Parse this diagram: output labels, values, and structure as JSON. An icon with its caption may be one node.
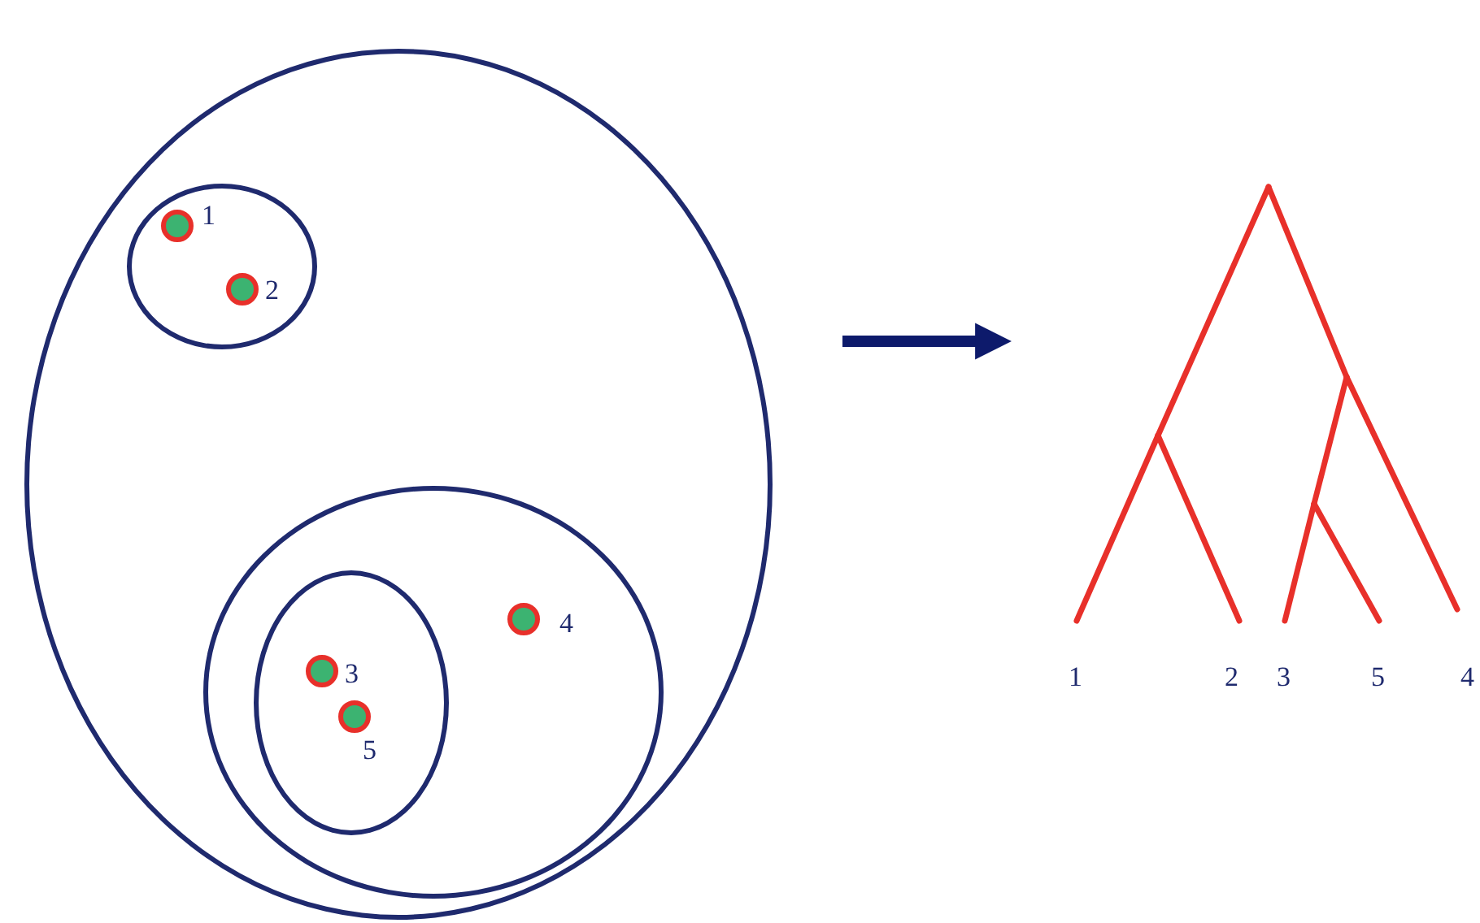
{
  "diagram": {
    "nodes": [
      {
        "text": [],
        "shape": "circle"
      },
      {
        "text": [],
        "shape": "circle",
        "in": 0
      },
      {
        "text": [],
        "shape": "circle",
        "in": 1,
        "beside": [
          "1"
        ]
      },
      {
        "text": [],
        "shape": "circle",
        "in": 1,
        "beside": [
          "2"
        ]
      },
      {
        "text": [],
        "shape": "circle",
        "in": 0
      },
      {
        "text": [],
        "shape": "circle",
        "in": 4
      },
      {
        "text": [],
        "shape": "circle",
        "in": 5,
        "beside": [
          "3"
        ]
      },
      {
        "text": [],
        "shape": "circle",
        "in": 5,
        "beside": [
          "5"
        ]
      },
      {
        "text": [],
        "shape": "circle",
        "in": 4,
        "beside": [
          "4"
        ]
      },
      {
        "text": [],
        "shape": "picture"
      }
    ],
    "edges": [
      {
        "from": 0,
        "to": 9,
        "arrow": "to"
      }
    ],
    "labels": [
      "1",
      "2",
      "3",
      "5",
      "4"
    ]
  }
}
